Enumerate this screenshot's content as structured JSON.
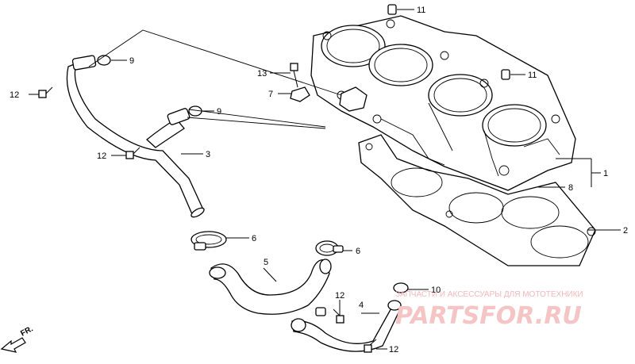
{
  "callouts": [
    {
      "id": "1",
      "text": "1"
    },
    {
      "id": "2",
      "text": "2"
    },
    {
      "id": "3",
      "text": "3"
    },
    {
      "id": "4",
      "text": "4"
    },
    {
      "id": "5",
      "text": "5"
    },
    {
      "id": "6a",
      "text": "6"
    },
    {
      "id": "6b",
      "text": "6"
    },
    {
      "id": "7",
      "text": "7"
    },
    {
      "id": "8",
      "text": "8"
    },
    {
      "id": "9a",
      "text": "9"
    },
    {
      "id": "9b",
      "text": "9"
    },
    {
      "id": "10",
      "text": "10"
    },
    {
      "id": "11a",
      "text": "11"
    },
    {
      "id": "11b",
      "text": "11"
    },
    {
      "id": "12a",
      "text": "12"
    },
    {
      "id": "12b",
      "text": "12"
    },
    {
      "id": "12c",
      "text": "12"
    },
    {
      "id": "12d",
      "text": "12"
    },
    {
      "id": "13",
      "text": "13"
    }
  ],
  "front_label": "FR.",
  "watermark": {
    "tagline": "ЗАПЧАСТИ И АКСЕССУАРЫ ДЛЯ МОТОТЕХНИКИ",
    "brand": "PARTSFOR.RU"
  }
}
